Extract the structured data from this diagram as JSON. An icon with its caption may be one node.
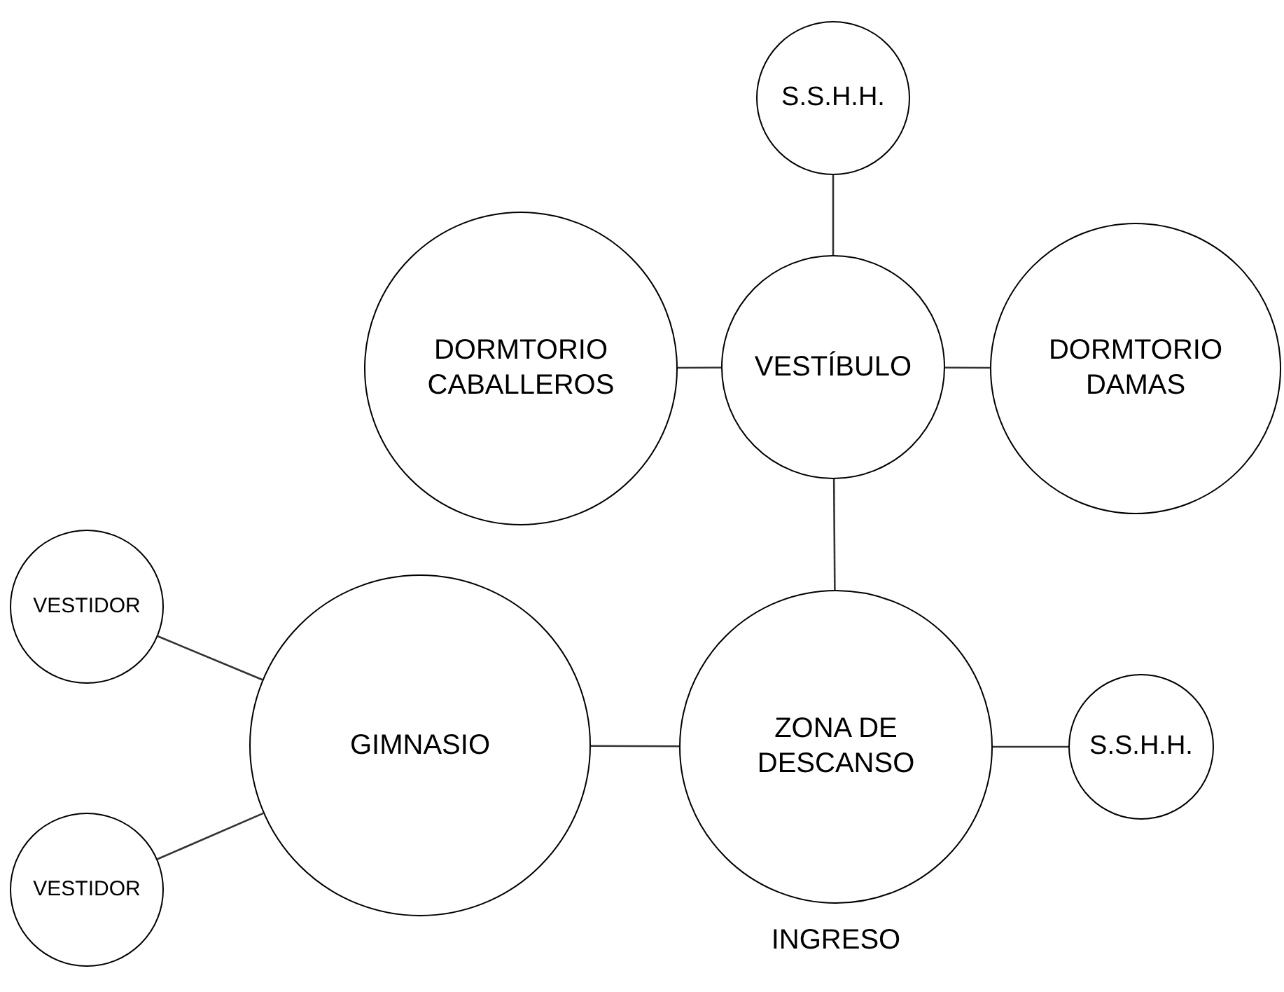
{
  "diagram": {
    "nodes": [
      {
        "text": [
          "S.S.H.H."
        ]
      },
      {
        "text": [
          "DORMTORIO CABALLEROS"
        ]
      },
      {
        "text": [
          "VESTÍBULO"
        ]
      },
      {
        "text": [
          "DORMTORIO DAMAS"
        ]
      },
      {
        "text": [
          "VESTIDOR"
        ]
      },
      {
        "text": [
          "GIMNASIO"
        ]
      },
      {
        "text": [
          "ZONA DE DESCANSO"
        ]
      },
      {
        "text": [
          "S.S.H.H."
        ]
      },
      {
        "text": [
          "VESTIDOR"
        ]
      }
    ],
    "edges": [
      {
        "from": 0,
        "to": 2,
        "arrow": "none"
      },
      {
        "from": 1,
        "to": 2,
        "arrow": "none"
      },
      {
        "from": 2,
        "to": 3,
        "arrow": "none"
      },
      {
        "from": 2,
        "to": 6,
        "arrow": "none"
      },
      {
        "from": 4,
        "to": 5,
        "arrow": "none"
      },
      {
        "from": 8,
        "to": 5,
        "arrow": "none"
      },
      {
        "from": 5,
        "to": 6,
        "arrow": "none"
      },
      {
        "from": 6,
        "to": 7,
        "arrow": "none"
      }
    ],
    "labels": [
      "INGRESO"
    ]
  }
}
